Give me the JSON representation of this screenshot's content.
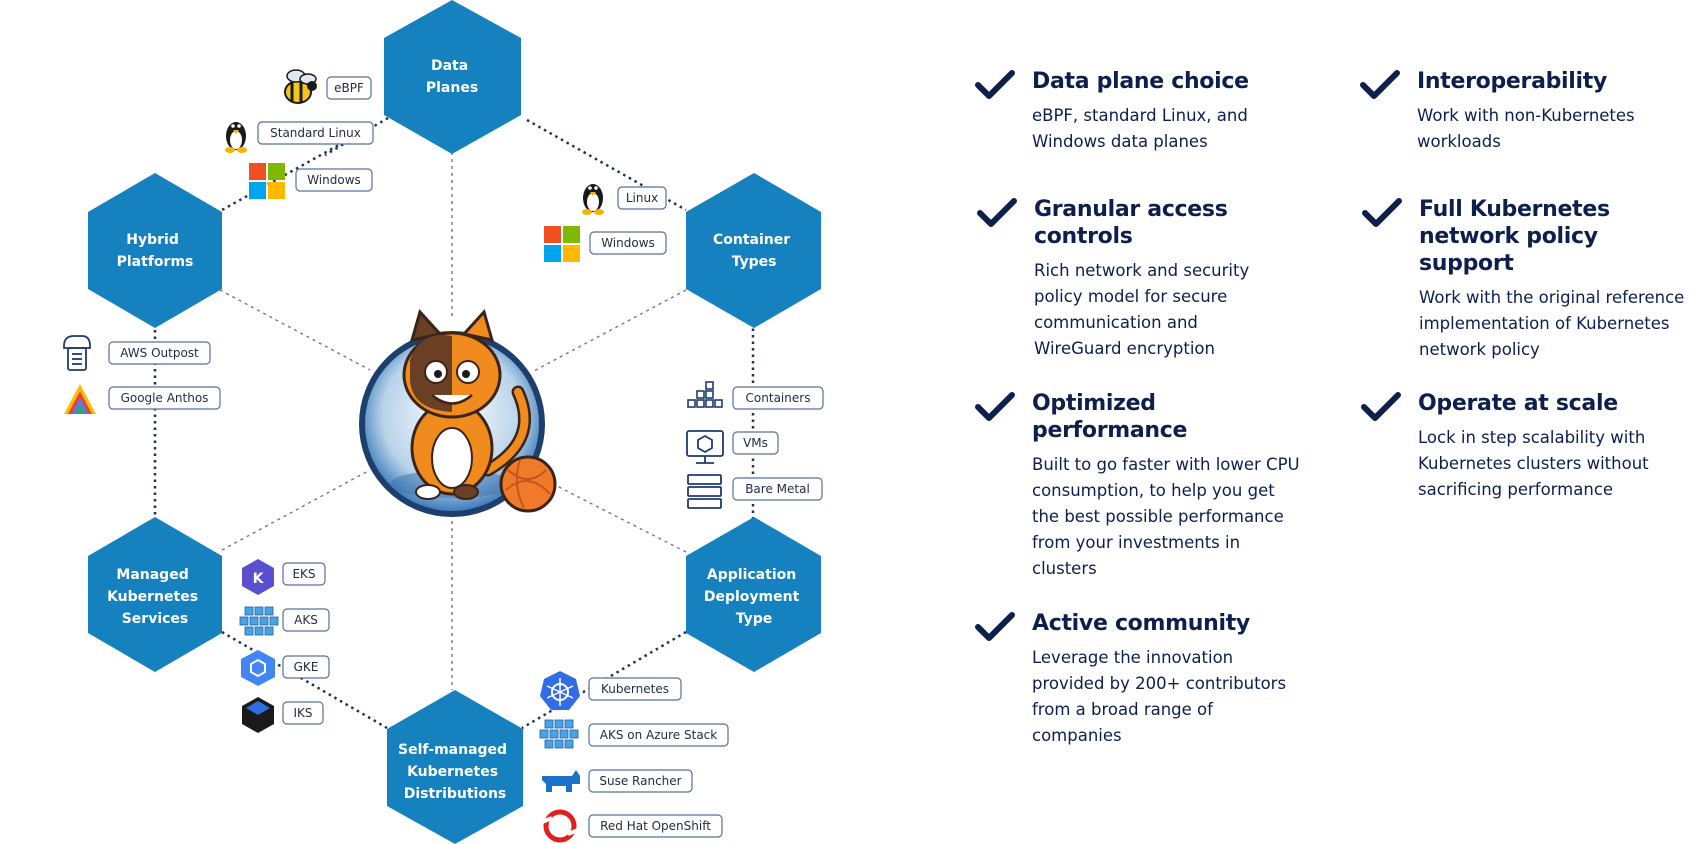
{
  "diagram": {
    "hexagons": [
      {
        "id": "data-planes",
        "lines": [
          "Data",
          "Planes"
        ]
      },
      {
        "id": "container-types",
        "lines": [
          "Container",
          "Types"
        ]
      },
      {
        "id": "app-deploy",
        "lines": [
          "Application",
          "Deployment",
          "Type"
        ]
      },
      {
        "id": "self-managed",
        "lines": [
          "Self-managed",
          "Kubernetes",
          "Distributions"
        ]
      },
      {
        "id": "managed",
        "lines": [
          "Managed",
          "Kubernetes",
          "Services"
        ]
      },
      {
        "id": "hybrid",
        "lines": [
          "Hybrid",
          "Platforms"
        ]
      }
    ],
    "tags": [
      {
        "id": "ebpf",
        "label": "eBPF",
        "icon": "bee-icon"
      },
      {
        "id": "standard-linux",
        "label": "Standard Linux",
        "icon": "penguin-icon"
      },
      {
        "id": "windows-dp",
        "label": "Windows",
        "icon": "windows-icon"
      },
      {
        "id": "linux-ct",
        "label": "Linux",
        "icon": "penguin-icon"
      },
      {
        "id": "windows-ct",
        "label": "Windows",
        "icon": "windows-icon"
      },
      {
        "id": "containers",
        "label": "Containers",
        "icon": "containers-icon"
      },
      {
        "id": "vms",
        "label": "VMs",
        "icon": "vm-icon"
      },
      {
        "id": "bare-metal",
        "label": "Bare Metal",
        "icon": "server-icon"
      },
      {
        "id": "kubernetes",
        "label": "Kubernetes",
        "icon": "kubernetes-icon"
      },
      {
        "id": "aks-azure-stack",
        "label": "AKS on Azure Stack",
        "icon": "aks-icon"
      },
      {
        "id": "suse-rancher",
        "label": "Suse Rancher",
        "icon": "rancher-icon"
      },
      {
        "id": "openshift",
        "label": "Red Hat OpenShift",
        "icon": "openshift-icon"
      },
      {
        "id": "eks",
        "label": "EKS",
        "icon": "eks-icon"
      },
      {
        "id": "aks",
        "label": "AKS",
        "icon": "aks-icon"
      },
      {
        "id": "gke",
        "label": "GKE",
        "icon": "gke-icon"
      },
      {
        "id": "iks",
        "label": "IKS",
        "icon": "iks-icon"
      },
      {
        "id": "aws-outpost",
        "label": "AWS Outpost",
        "icon": "aws-outpost-icon"
      },
      {
        "id": "google-anthos",
        "label": "Google Anthos",
        "icon": "anthos-icon"
      }
    ],
    "mascot_icon": "cat-mascot-icon"
  },
  "features": [
    {
      "title": "Data plane choice",
      "desc": "eBPF, standard Linux, and Windows data planes"
    },
    {
      "title": "Interoperability",
      "desc": "Work with non-Kubernetes workloads"
    },
    {
      "title": "Granular access controls",
      "desc": "Rich network and security policy model for secure communication and WireGuard encryption"
    },
    {
      "title": "Full Kubernetes network policy support",
      "desc": "Work with the original reference implementation of Kubernetes network policy"
    },
    {
      "title": "Optimized performance",
      "desc": "Built to go faster with lower CPU consumption, to help you get the best possible performance from your investments in clusters"
    },
    {
      "title": "Operate at scale",
      "desc": "Lock in step scalability with Kubernetes clusters without sacrificing performance"
    },
    {
      "title": "Active community",
      "desc": "Leverage the innovation provided by 200+ contributors from a broad range of companies"
    }
  ],
  "colors": {
    "hex": "#1681bf",
    "navy": "#0c1f4d",
    "tag_border": "#58709a"
  }
}
